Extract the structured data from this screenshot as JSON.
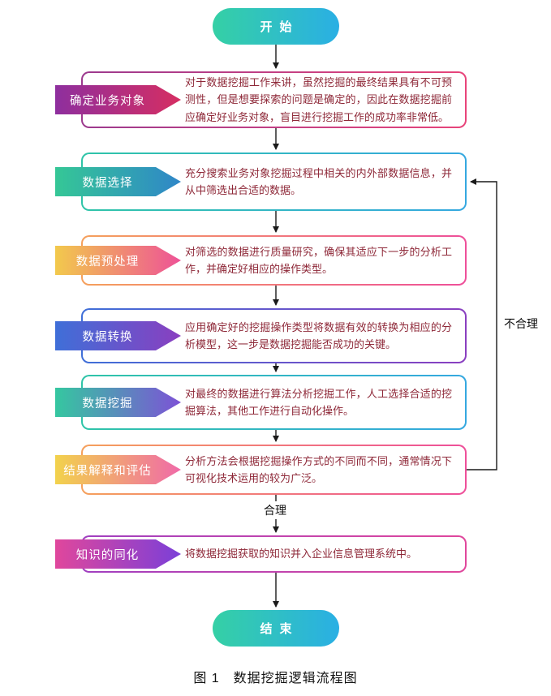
{
  "title": "图 1　数据挖掘逻辑流程图",
  "start": {
    "label": "开始"
  },
  "end": {
    "label": "结束"
  },
  "branch": {
    "valid": "合理",
    "invalid": "不合理"
  },
  "steps": [
    {
      "label": "确定业务对象",
      "text": "对于数据挖掘工作来讲，虽然挖掘的最终结果具有不可预测性，但是想要探索的问题是确定的，因此在数据挖掘前应确定好业务对象，盲目进行挖掘工作的成功率非常低。"
    },
    {
      "label": "数据选择",
      "text": "充分搜索业务对象挖掘过程中相关的内外部数据信息，并从中筛选出合适的数据。"
    },
    {
      "label": "数据预处理",
      "text": "对筛选的数据进行质量研究，确保其适应下一步的分析工作，并确定好相应的操作类型。"
    },
    {
      "label": "数据转换",
      "text": "应用确定好的挖掘操作类型将数据有效的转换为相应的分析模型，这一步是数据挖掘能否成功的关键。"
    },
    {
      "label": "数据挖掘",
      "text": "对最终的数据进行算法分析挖掘工作，人工选择合适的挖掘算法，其他工作进行自动化操作。"
    },
    {
      "label": "结果解释和评估",
      "text": "分析方法会根据挖掘操作方式的不同而不同，通常情况下可视化技术运用的较为广泛。"
    },
    {
      "label": "知识的同化",
      "text": "将数据挖掘获取的知识并入企业信息管理系统中。"
    }
  ],
  "colors": {
    "terminal": [
      "#35d0a5",
      "#2aafe4"
    ],
    "arrow": "#1a1a1a",
    "box_text": "#8e2838",
    "step_tags": [
      [
        "#8e2f9e",
        "#d62e62"
      ],
      [
        "#35c796",
        "#2f86c8"
      ],
      [
        "#f2c94c",
        "#ee5297"
      ],
      [
        "#3f6fd8",
        "#8a3fc0"
      ],
      [
        "#35c7a0",
        "#7d52d6"
      ],
      [
        "#f2d24c",
        "#f06aa8"
      ],
      [
        "#e0479c",
        "#7b3fd8"
      ]
    ],
    "step_borders": [
      [
        "#9c3a8e",
        "#e8447a"
      ],
      [
        "#2fc4a8",
        "#35a8e0"
      ],
      [
        "#f5a05c",
        "#ee4f9a"
      ],
      [
        "#3f6fd8",
        "#8a3fc0"
      ],
      [
        "#2fc4a8",
        "#35a8e0"
      ],
      [
        "#f5a05c",
        "#ee4f9a"
      ],
      [
        "#a03fc0",
        "#e0479c"
      ]
    ]
  }
}
